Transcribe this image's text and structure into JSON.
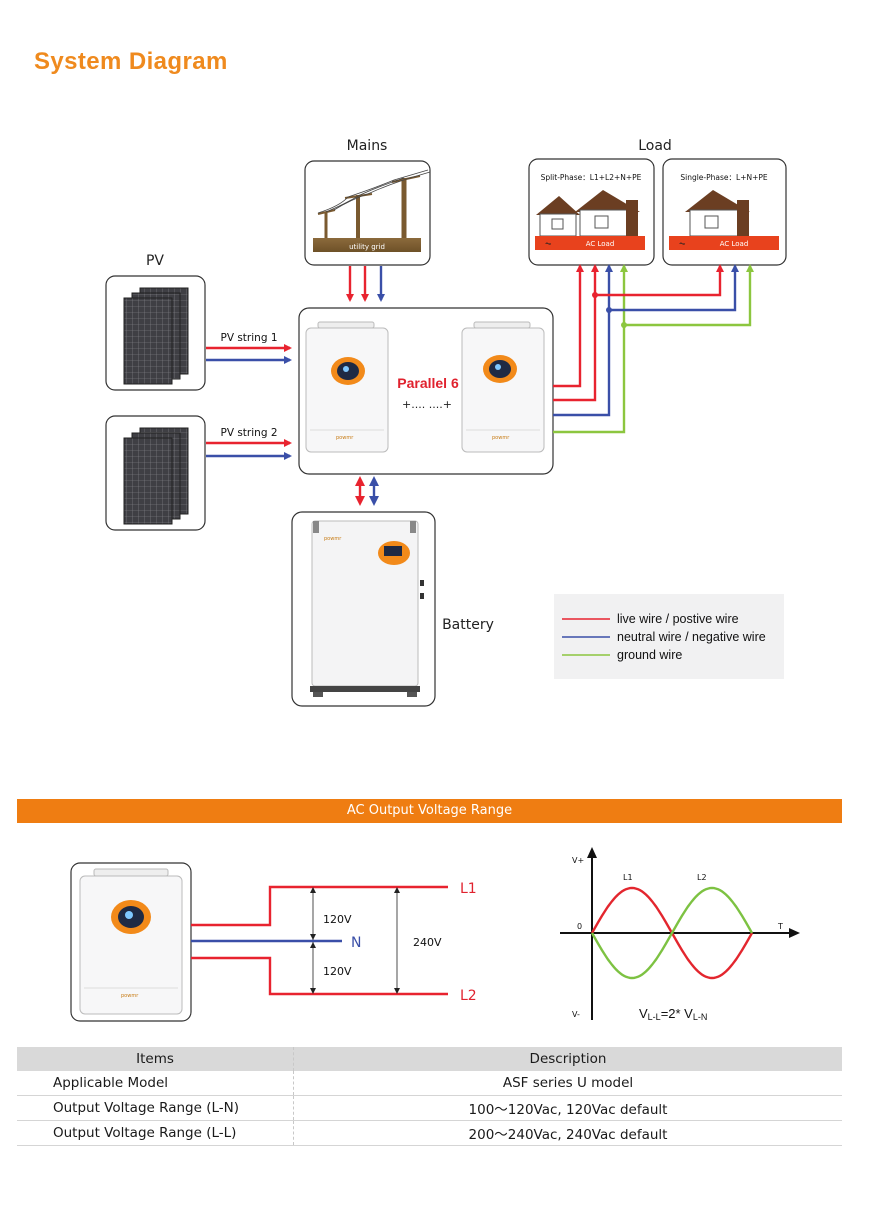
{
  "page_title": "System Diagram",
  "diagram": {
    "mains_label": "Mains",
    "utility_grid_label": "utility grid",
    "load_label": "Load",
    "split_phase_label": "Split-Phase：L1+L2+N+PE",
    "single_phase_label": "Single-Phase：L+N+PE",
    "ac_load_label": "AC Load",
    "pv_label": "PV",
    "pv_string1_label": "PV string 1",
    "pv_string2_label": "PV string 2",
    "parallel_label": "Parallel 6",
    "parallel_dots": "+.... ....+",
    "battery_label": "Battery",
    "legend": [
      {
        "label": "live wire / postive wire",
        "color": "#e8232f"
      },
      {
        "label": "neutral wire / negative wire",
        "color": "#3a4fa8"
      },
      {
        "label": "ground wire",
        "color": "#8cc63f"
      }
    ]
  },
  "section_title": "AC Output Voltage Range",
  "voltage_diagram": {
    "l1": "L1",
    "l2": "L2",
    "n": "N",
    "v_top": "120V",
    "v_bottom": "120V",
    "v_total": "240V"
  },
  "wave_chart": {
    "vplus": "V+",
    "vminus": "V-",
    "zero": "0",
    "t": "T",
    "l1": "L1",
    "l2": "L2",
    "formula_v": "V",
    "formula_ll": "L-L",
    "formula_mid": "=2* V",
    "formula_ln": "L-N"
  },
  "table": {
    "headers": [
      "Items",
      "Description"
    ],
    "rows": [
      [
        "Applicable Model",
        "ASF series U model"
      ],
      [
        "Output Voltage Range (L-N)",
        "100～120Vac, 120Vac default"
      ],
      [
        "Output Voltage Range (L-L)",
        "200～240Vac,  240Vac default"
      ]
    ]
  },
  "colors": {
    "accent": "#ef7d12",
    "live": "#e8232f",
    "neutral": "#3a4fa8",
    "ground": "#8cc63f"
  }
}
